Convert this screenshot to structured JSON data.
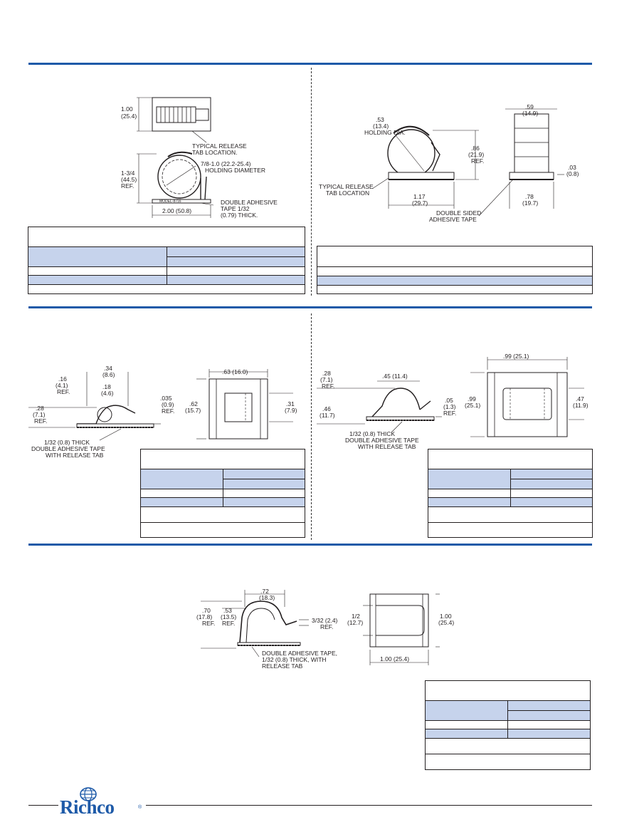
{
  "colors": {
    "accent": "#1e5aa8",
    "table_shade": "#c6d3ec",
    "ink": "#231f20"
  },
  "brand": {
    "name": "Richco",
    "mark": "®"
  },
  "panel1": {
    "d_width_in": "1.00",
    "d_width_mm": "(25.4)",
    "release_tab_1": "TYPICAL RELEASE",
    "release_tab_2": "TAB LOCATION.",
    "holding_1": "7/8-1.0 (22.2-25.4)",
    "holding_2": "HOLDING DIAMETER",
    "height_1": "1-3/4",
    "height_2": "(44.5)",
    "height_3": "REF.",
    "model": "MODEL-8716",
    "tape_1": "DOUBLE ADHESIVE",
    "tape_2": "TAPE 1/32",
    "tape_3": "(0.79) THICK.",
    "length": "2.00 (50.8)"
  },
  "panel2": {
    "hd_1": ".53",
    "hd_2": "(13.4)",
    "hd_3": "HOLDING DIA.",
    "h_1": ".86",
    "h_2": "(21.9)",
    "h_3": "REF.",
    "w_1": ".59",
    "w_2": "(14.9)",
    "t_1": ".03",
    "t_2": "(0.8)",
    "rt_1": "TYPICAL RELEASE",
    "rt_2": "TAB LOCATION",
    "l_1": "1.17",
    "l_2": "(29.7)",
    "b_1": ".78",
    "b_2": "(19.7)",
    "tape_1": "DOUBLE SIDED",
    "tape_2": "ADHESIVE TAPE"
  },
  "panel3": {
    "a_1": ".34",
    "a_2": "(8.6)",
    "b_1": ".16",
    "b_2": "(4.1)",
    "b_3": "REF.",
    "c_1": ".18",
    "c_2": "(4.6)",
    "d_1": ".035",
    "d_2": "(0.9)",
    "d_3": "REF.",
    "e_1": ".28",
    "e_2": "(7.1)",
    "e_3": "REF.",
    "tape_1": "1/32 (0.8) THICK",
    "tape_2": "DOUBLE ADHESIVE TAPE",
    "tape_3": "WITH RELEASE TAB",
    "w": ".63 (16.0)",
    "h_1": ".62",
    "h_2": "(15.7)",
    "s_1": ".31",
    "s_2": "(7.9)"
  },
  "panel4": {
    "a_1": ".28",
    "a_2": "(7.1)",
    "a_3": "REF.",
    "b": ".45 (11.4)",
    "c_1": ".46",
    "c_2": "(11.7)",
    "d_1": ".05",
    "d_2": "(1.3)",
    "d_3": "REF.",
    "tape_1": "1/32 (0.8) THICK",
    "tape_2": "DOUBLE ADHESIVE TAPE",
    "tape_3": "WITH RELEASE TAB",
    "w": ".99 (25.1)",
    "h_1": ".99",
    "h_2": "(25.1)",
    "s_1": ".47",
    "s_2": "(11.9)"
  },
  "panel5": {
    "a_1": ".72",
    "a_2": "(18.3)",
    "b_1": ".70",
    "b_2": "(17.8)",
    "b_3": "REF.",
    "c_1": ".53",
    "c_2": "(13.5)",
    "c_3": "REF.",
    "d_1": "3/32 (2.4)",
    "d_2": "REF.",
    "tape_1": "DOUBLE ADHESIVE TAPE,",
    "tape_2": "1/32 (0.8) THICK, WITH",
    "tape_3": "RELEASE TAB",
    "s_1": "1/2",
    "s_2": "(12.7)",
    "h_1": "1.00",
    "h_2": "(25.4)",
    "w": "1.00 (25.4)"
  }
}
